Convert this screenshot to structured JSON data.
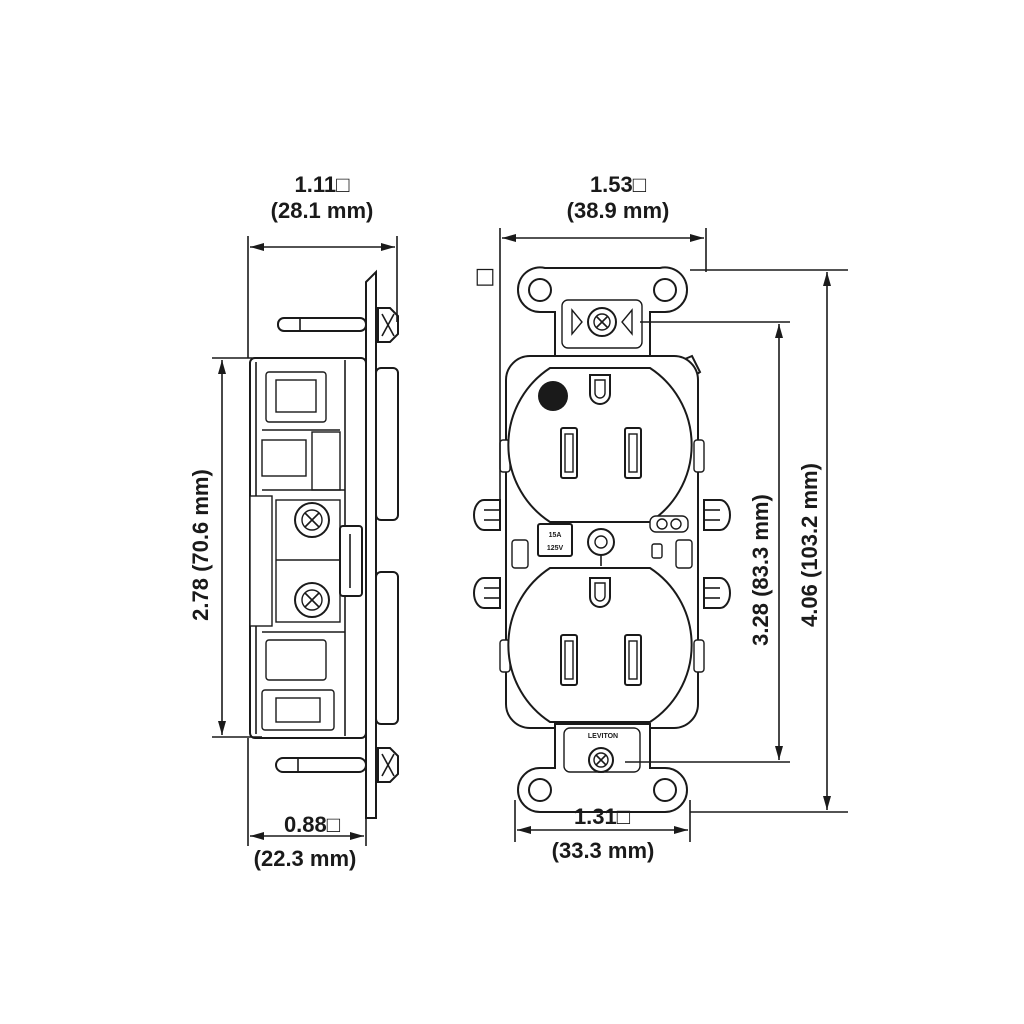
{
  "dimensions": {
    "side_width": {
      "inch": "1.11□",
      "mm": "(28.1 mm)"
    },
    "side_height": {
      "label": "2.78 (70.6 mm)"
    },
    "side_depth": {
      "inch": "0.88□",
      "mm": "(22.3 mm)"
    },
    "front_width": {
      "inch": "1.53□",
      "mm": "(38.9 mm)"
    },
    "front_marker": "□",
    "body_height": {
      "label": "3.28 (83.3 mm)"
    },
    "overall_height": {
      "label": "4.06 (103.2 mm)"
    },
    "strap_width": {
      "inch": "1.31□",
      "mm": "(33.3 mm)"
    }
  },
  "markings": {
    "rating_amps": "15A",
    "rating_volts": "125V",
    "brand": "LEVITON"
  },
  "colors": {
    "line": "#1a1a1a",
    "background": "#ffffff"
  }
}
